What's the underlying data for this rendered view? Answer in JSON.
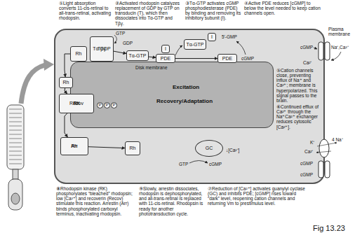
{
  "diagram": {
    "caption": "Fig 13.23",
    "nodes": [
      {
        "text": [
          "Plasma membrane"
        ]
      },
      {
        "text": [
          "Disk membrane",
          "Excitation",
          "Recovery/Adaptation"
        ],
        "in": 0
      },
      {
        "text": [
          "Rh"
        ],
        "in": 0
      },
      {
        "text": [
          "Tβγ",
          "Tα GDP"
        ],
        "in": 0
      },
      {
        "text": [
          "Tα-GTP"
        ],
        "in": 0
      },
      {
        "text": [
          "I"
        ],
        "in": 0
      },
      {
        "text": [
          "PDE"
        ],
        "in": 0
      },
      {
        "text": [
          "Tα-GTP"
        ],
        "in": 0
      },
      {
        "text": [
          "I"
        ],
        "in": 0
      },
      {
        "text": [
          "PDE"
        ],
        "in": 0
      },
      {
        "text": [
          "Rh"
        ],
        "in": 0
      },
      {
        "text": [
          "Rh",
          "RK",
          "Recov"
        ],
        "in": 0
      },
      {
        "text": [
          "Rh",
          "Arr"
        ],
        "in": 0
      },
      {
        "text": [
          "Rh"
        ],
        "in": 0
      },
      {
        "text": [
          "GC"
        ],
        "in": 0
      }
    ],
    "edges": [
      {
        "from": 3,
        "to": 4,
        "arrow": "to"
      },
      {
        "from": 4,
        "to": 6,
        "arrow": "to"
      },
      {
        "from": 6,
        "to": 9,
        "arrow": "to"
      },
      {
        "from": 2,
        "to": 10,
        "arrow": "to"
      },
      {
        "from": 10,
        "to": 11,
        "arrow": "to"
      },
      {
        "from": 11,
        "to": 12,
        "arrow": "to"
      },
      {
        "from": 12,
        "to": 13,
        "arrow": "to"
      }
    ],
    "labels": [
      "①Light absorption converts 11-cis-retinal to all-trans-retinal, activating rhodopsin.",
      "②Activated rhodopsin catalyzes replacement of GDP by GTP on transducin (T), which then dissociates into Tα-GTP and Tβγ.",
      "③Tα-GTP activates cGMP phosphodiesterase (PDE) by binding and removing its inhibitory subunit (I).",
      "④Active PDE reduces [cGMP] to below the level needed to keep cation channels open.",
      "GTP",
      "GDP",
      "5'-GMP",
      "cGMP",
      "cGMP",
      "Na⁺,Ca²⁺",
      "Ca²⁺",
      "⑤Cation channels close, preventing influx of Na⁺ and Ca²⁺; membrane is hyperpolarized. This signal passes to the brain.",
      "⑥Continued efflux of Ca²⁺ through the Na⁺Ca²⁺ exchanger reduces cytosolic [Ca²⁺].",
      "K⁺",
      "Ca²⁺",
      "4 Na⁺",
      "cGMP",
      "cGMP",
      "P",
      "P",
      "P",
      "GTP",
      "cGMP",
      "↓[Ca²⁺]",
      "⑦Reduction of [Ca²⁺] activates guanylyl cyclase (GC) and inhibits PDE; [cGMP] rises toward “dark” level, reopening cation channels and returning Vm to prestimulus level.",
      "⑧Rhodopsin kinase (RK) phosphorylates “bleached” rhodopsin; low [Ca²⁺] and recoverin (Recov) stimulate this reaction. Arrestin (Arr) binds phosphorylated carboxyl terminus, inactivating rhodopsin.",
      "⑨Slowly, arrestin dissociates, rhodopsin is dephosphorylated, and all-trans-retinal is replaced with 11-cis-retinal. Rhodopsin is ready for another phototransduction cycle."
    ]
  }
}
